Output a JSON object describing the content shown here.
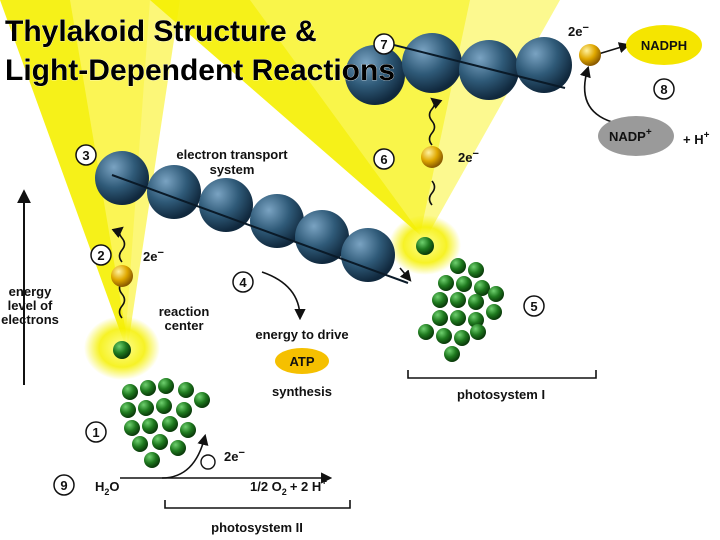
{
  "title": {
    "line1": "Thylakoid Structure &",
    "line2": "Light-Dependent Reactions"
  },
  "labels": {
    "electron_transport": "electron transport",
    "system": "system",
    "energy_level_1": "energy",
    "energy_level_2": "level of",
    "energy_level_3": "electrons",
    "reaction": "reaction",
    "center": "center",
    "energy_to_drive": "energy to drive",
    "atp": "ATP",
    "synthesis": "synthesis",
    "photosystem_i": "photosystem I",
    "photosystem_ii": "photosystem II",
    "nadph": "NADPH",
    "nadp": "NADP",
    "nadp_sup": "+",
    "plus_h": "+ H",
    "plus_h_sup": "+",
    "two_e_top": "2e",
    "two_e_6": "2e",
    "two_e_2": "2e",
    "two_e_bottom": "2e",
    "e_sup": "−",
    "h2o_h": "H",
    "h2o_sub": "2",
    "h2o_o": "O",
    "o2_left": "1/2 O",
    "o2_sub": "2",
    "o2_right": "+ 2 H",
    "o2_sup": "+"
  },
  "steps": [
    "1",
    "2",
    "3",
    "4",
    "5",
    "6",
    "7",
    "8",
    "9"
  ],
  "colors": {
    "carrier": "#2f5a78",
    "chlorophyll": "#1f7a1f",
    "electron": "#e0a800",
    "glow": "#f5f000",
    "nadph_fill": "#f5e500",
    "nadp_fill": "#9a9a9a"
  }
}
